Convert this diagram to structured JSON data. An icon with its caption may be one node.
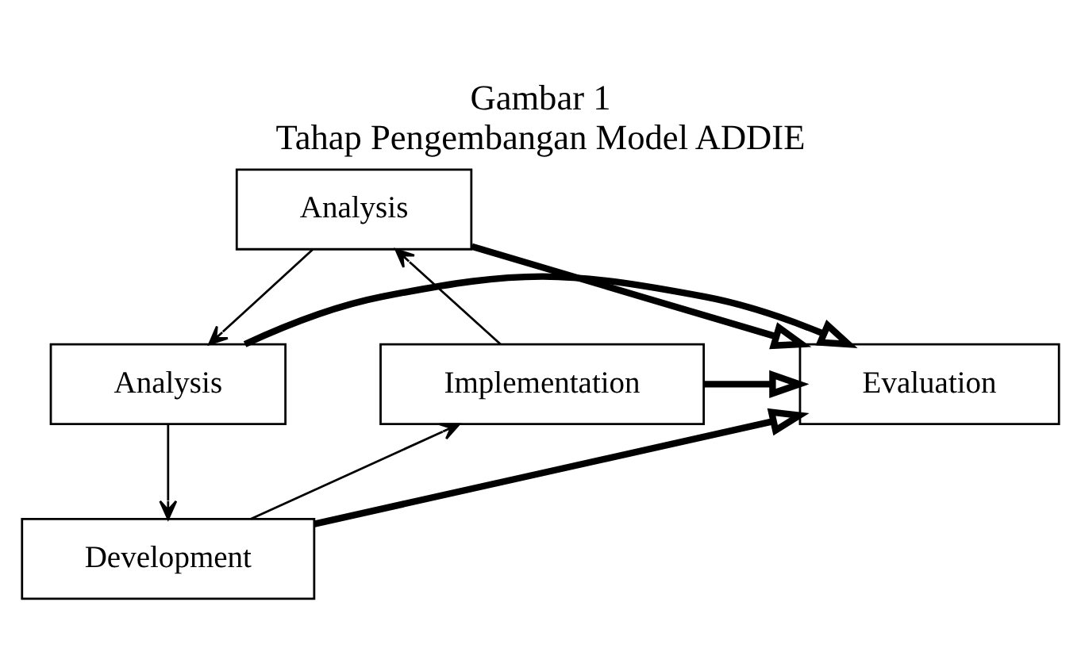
{
  "diagram": {
    "title": "Gambar 1",
    "caption": "Tahap Pengembangan Model ADDIE",
    "nodes": [
      {
        "text": [
          "Analysis"
        ]
      },
      {
        "text": [
          "Analysis"
        ]
      },
      {
        "text": [
          "Development"
        ]
      },
      {
        "text": [
          "Implementation"
        ]
      },
      {
        "text": [
          "Evaluation"
        ]
      }
    ],
    "edges": [
      {
        "from": 0,
        "to": 1,
        "arrow": "to"
      },
      {
        "from": 1,
        "to": 2,
        "arrow": "to"
      },
      {
        "from": 2,
        "to": 3,
        "arrow": "to"
      },
      {
        "from": 3,
        "to": 0,
        "arrow": "to"
      },
      {
        "from": 0,
        "to": 4,
        "arrow": "to",
        "style": "thick"
      },
      {
        "from": 1,
        "to": 4,
        "arrow": "to",
        "style": "thick"
      },
      {
        "from": 2,
        "to": 4,
        "arrow": "to",
        "style": "thick"
      },
      {
        "from": 3,
        "to": 4,
        "arrow": "to",
        "style": "thick"
      }
    ]
  }
}
